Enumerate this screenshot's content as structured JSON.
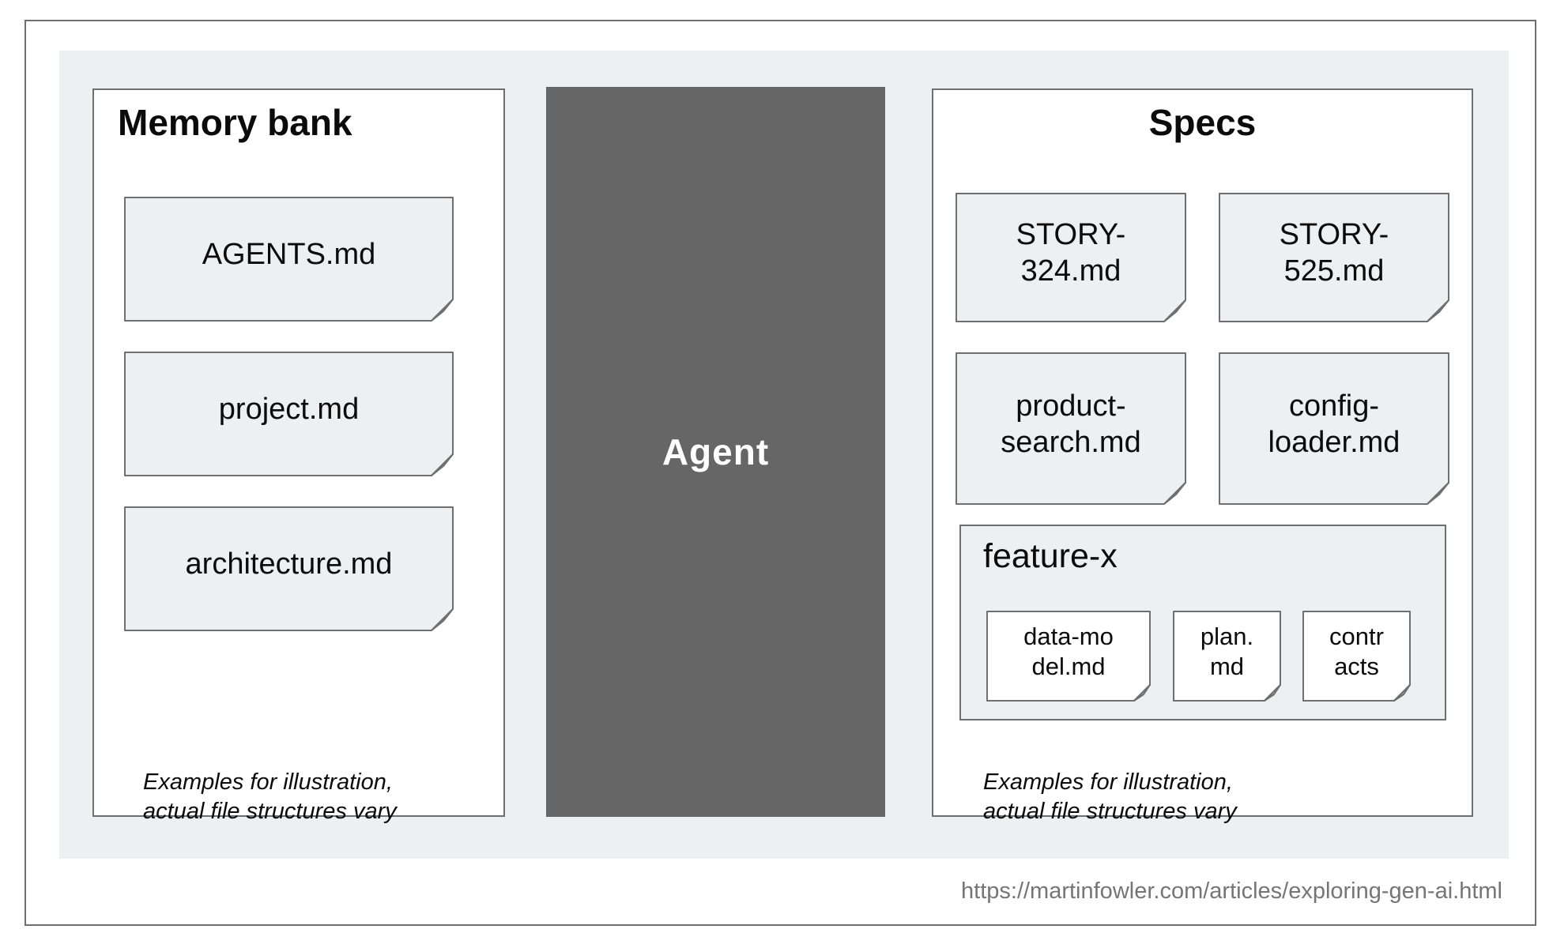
{
  "colors": {
    "background": "#ffffff",
    "panel_gray": "#edf0f2",
    "doc_fill": "#edf0f2",
    "doc_fill_inner": "#ffffff",
    "border": "#6f6f6f",
    "fold_fill": "#a9aeb1",
    "agent_fill": "#666666",
    "agent_text": "#ffffff",
    "url_text": "#757575",
    "text": "#0b0b0b"
  },
  "memory_bank": {
    "title": "Memory bank",
    "files": [
      "AGENTS.md",
      "project.md",
      "architecture.md"
    ],
    "caption": [
      "Examples for illustration,",
      "actual file structures vary"
    ]
  },
  "agent": {
    "label": "Agent"
  },
  "specs": {
    "title": "Specs",
    "row1": [
      [
        "STORY-",
        "324.md"
      ],
      [
        "STORY-",
        "525.md"
      ]
    ],
    "row2": [
      [
        "product-",
        "search.md"
      ],
      [
        "config-",
        "loader.md"
      ]
    ],
    "feature_folder": {
      "label": "feature-x",
      "files": [
        [
          "data-mo",
          "del.md"
        ],
        [
          "plan.",
          "md"
        ],
        [
          "contr",
          "acts"
        ]
      ]
    },
    "caption": [
      "Examples for illustration,",
      "actual file structures vary"
    ]
  },
  "footer": {
    "url": "https://martinfowler.com/articles/exploring-gen-ai.html"
  }
}
